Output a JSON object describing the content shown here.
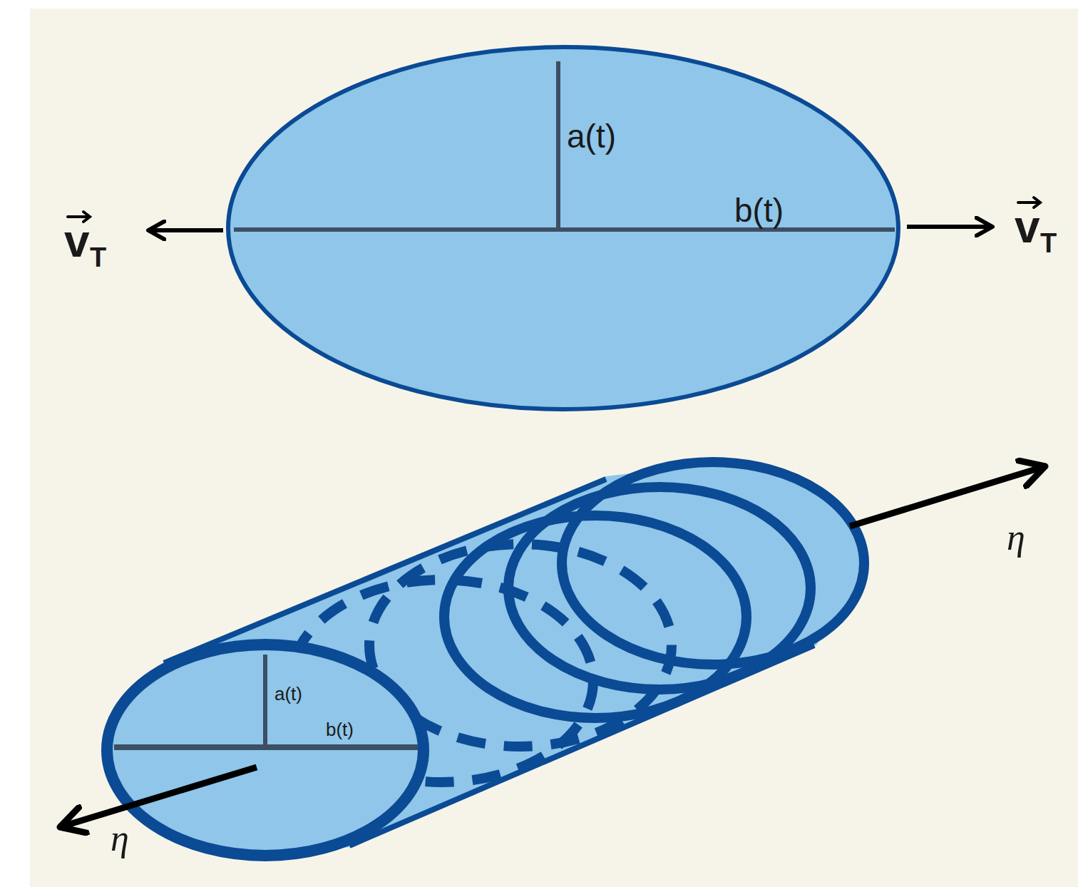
{
  "diagram": {
    "labels": [
      "a(t)",
      "b(t)",
      "v",
      "T",
      "v",
      "T",
      "a(t)",
      "b(t)",
      "η",
      "η"
    ]
  }
}
